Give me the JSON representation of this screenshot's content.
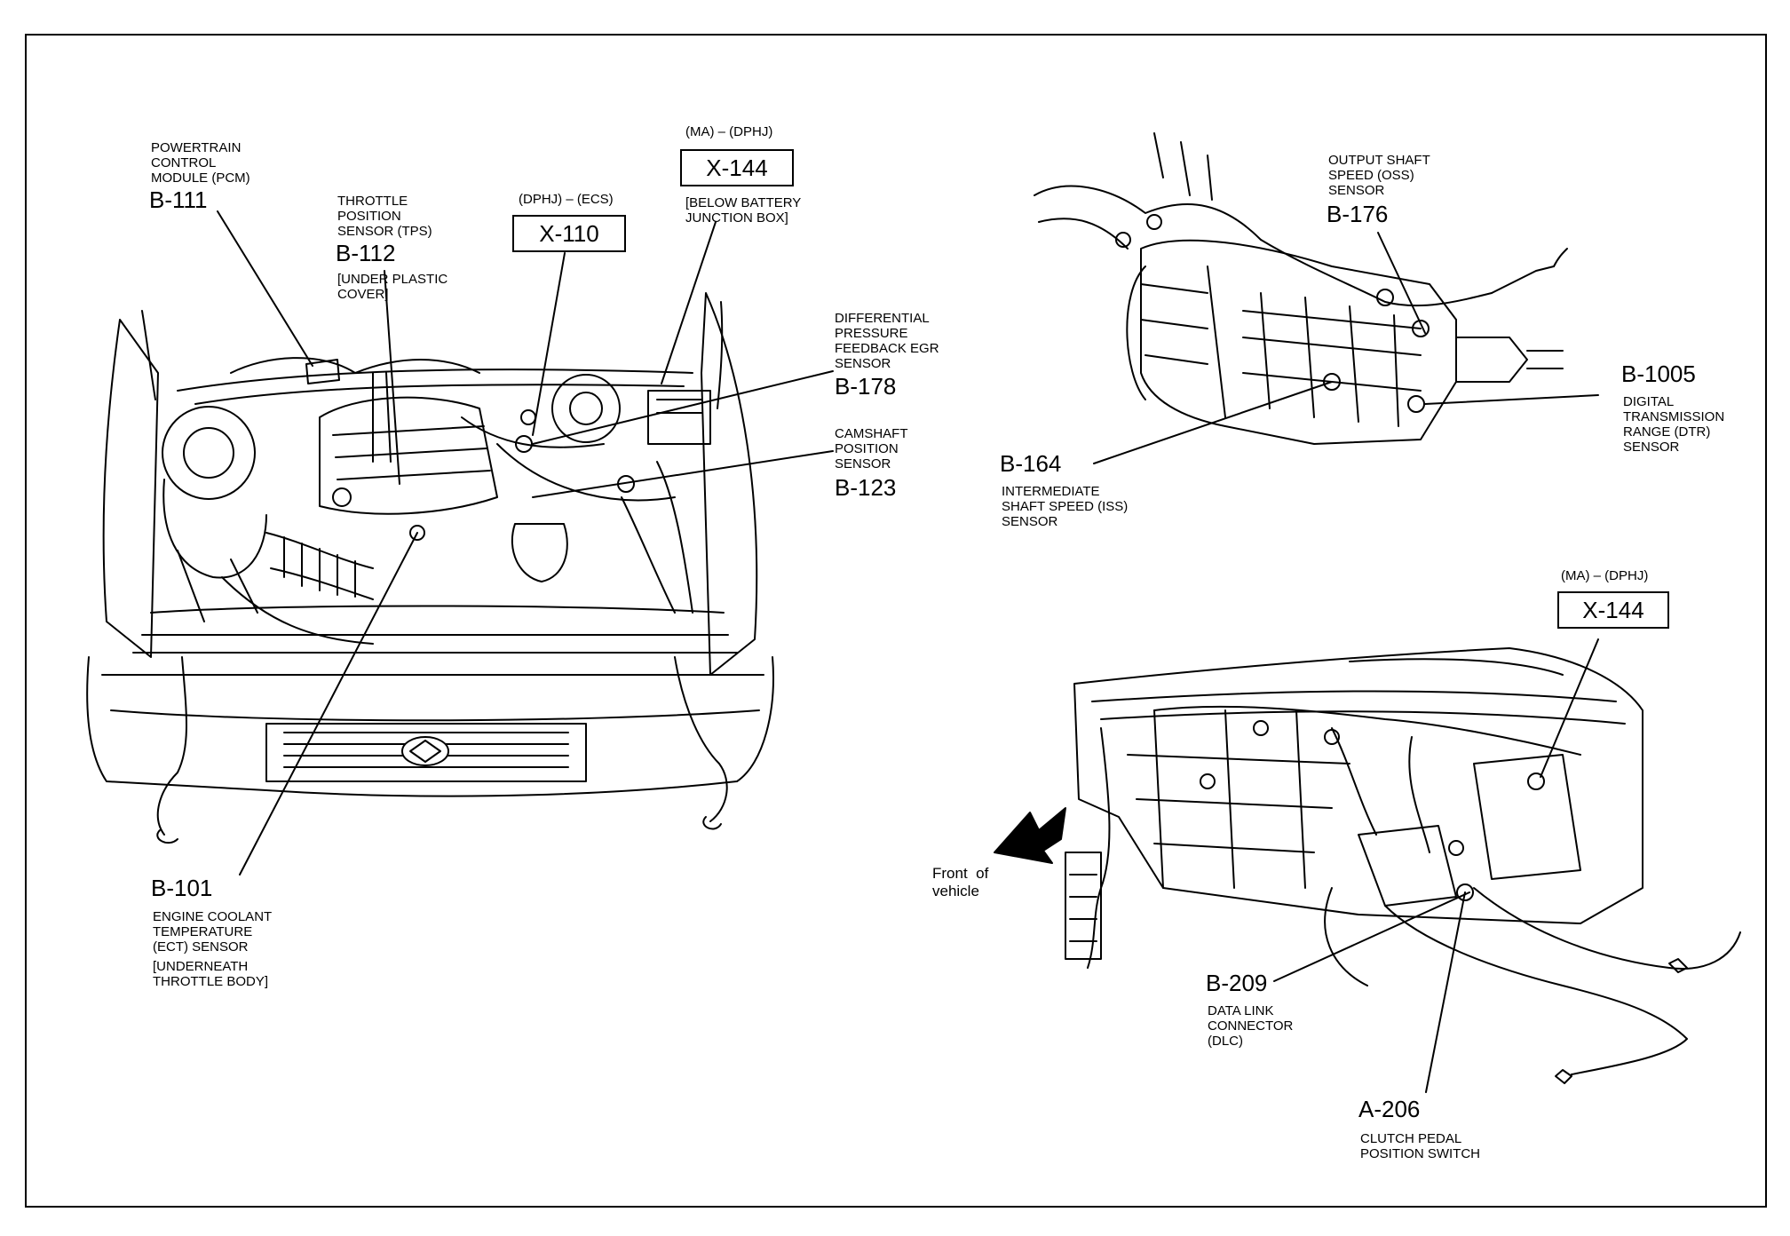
{
  "labels": {
    "pcm": {
      "desc": "POWERTRAIN\nCONTROL\nMODULE (PCM)",
      "id": "B-111"
    },
    "tps": {
      "desc": "THROTTLE\nPOSITION\nSENSOR (TPS)",
      "id": "B-112",
      "note": "[UNDER PLASTIC\nCOVER]"
    },
    "x110": {
      "variant": "(DPHJ) – (ECS)",
      "id": "X-110"
    },
    "x144_top": {
      "variant": "(MA) – (DPHJ)",
      "id": "X-144",
      "note": "[BELOW BATTERY\nJUNCTION BOX]"
    },
    "egr": {
      "desc": "DIFFERENTIAL\nPRESSURE\nFEEDBACK EGR\nSENSOR",
      "id": "B-178"
    },
    "cmp": {
      "desc": "CAMSHAFT\nPOSITION\nSENSOR",
      "id": "B-123"
    },
    "ect": {
      "id": "B-101",
      "desc": "ENGINE COOLANT\nTEMPERATURE\n(ECT) SENSOR",
      "note": "[UNDERNEATH\nTHROTTLE BODY]"
    },
    "oss": {
      "desc": "OUTPUT SHAFT\nSPEED (OSS)\nSENSOR",
      "id": "B-176"
    },
    "dtr": {
      "id": "B-1005",
      "desc": "DIGITAL\nTRANSMISSION\nRANGE (DTR)\nSENSOR"
    },
    "iss": {
      "id": "B-164",
      "desc": "INTERMEDIATE\nSHAFT SPEED (ISS)\nSENSOR"
    },
    "x144_bottom": {
      "variant": "(MA) – (DPHJ)",
      "id": "X-144"
    },
    "front": {
      "text": "Front  of\nvehicle"
    },
    "dlc": {
      "id": "B-209",
      "desc": "DATA LINK\nCONNECTOR\n(DLC)"
    },
    "cpp": {
      "id": "A-206",
      "desc": "CLUTCH PEDAL\nPOSITION SWITCH"
    }
  }
}
